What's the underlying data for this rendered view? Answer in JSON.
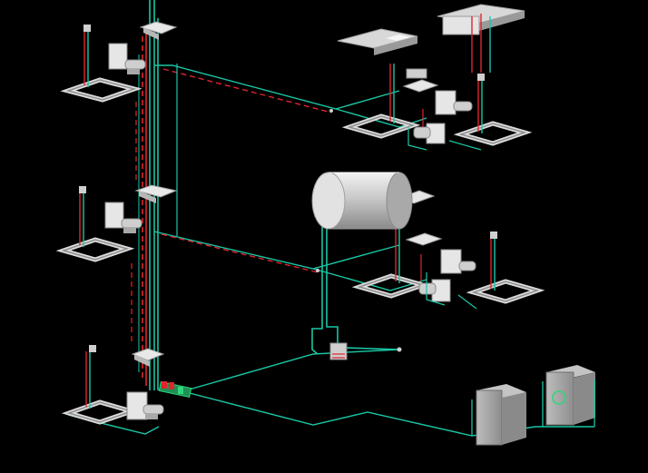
{
  "diagram": {
    "kind": "isometric plumbing riser",
    "floors": 3,
    "colors": {
      "background": "#000000",
      "cold_water": "#19c7a6",
      "hot_water": "#e0252b",
      "fixture_light": "#e6e6e6",
      "fixture_mid": "#b5b5b5",
      "fixture_dark": "#7d7d7d",
      "appliance": "#a9a9a9",
      "valve": "#2fd67a"
    },
    "fixtures": [
      "toilet",
      "sink",
      "shower-tray",
      "kitchen-sink",
      "water-heater-tank",
      "washing-machine",
      "dryer",
      "floor-drain"
    ]
  }
}
